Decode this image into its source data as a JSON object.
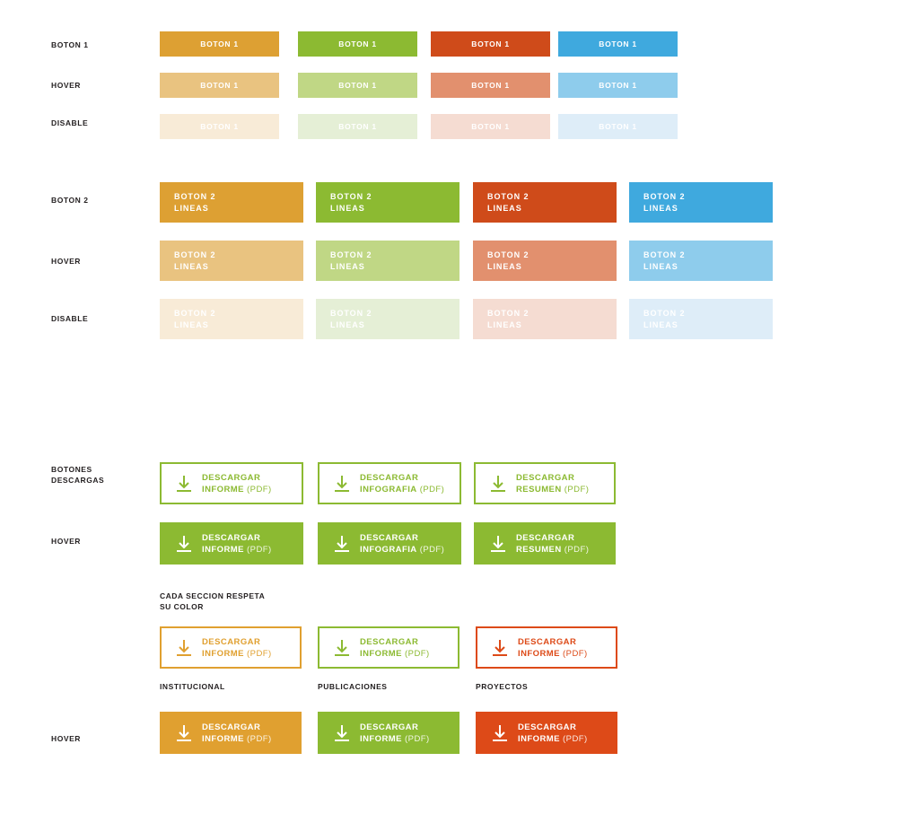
{
  "palette": {
    "orange": "#DDA033",
    "green": "#8CBA32",
    "red": "#CF4B1A",
    "blue": "#3FA9DE",
    "orange_hover": "#E9C380",
    "green_hover": "#C0D785",
    "red_hover": "#E2906E",
    "blue_hover": "#8ECCEC",
    "orange_disable": "#F8EBD7",
    "green_disable": "#E5EFD6",
    "red_disable": "#F5DCD2",
    "blue_disable": "#DEEDF8",
    "dl_orange": "#E0A030",
    "dl_green": "#8CBA32",
    "dl_red": "#DD4A18",
    "text_dark": "#231f20"
  },
  "section1": {
    "rows": [
      {
        "label": "BOTON 1",
        "state": "default"
      },
      {
        "label": "HOVER",
        "state": "hover"
      },
      {
        "label": "DISABLE",
        "state": "disable"
      }
    ],
    "button_label": "BOTON 1",
    "columns": [
      "orange",
      "green",
      "red",
      "blue"
    ]
  },
  "section2": {
    "rows": [
      {
        "label": "BOTON 2",
        "state": "default"
      },
      {
        "label": "HOVER",
        "state": "hover"
      },
      {
        "label": "DISABLE",
        "state": "disable"
      }
    ],
    "button_line1": "BOTON 2",
    "button_line2": "LINEAS",
    "columns": [
      "orange",
      "green",
      "red",
      "blue"
    ]
  },
  "section3": {
    "row_label_1": "BOTONES\nDESCARGAS",
    "row_label_2": "HOVER",
    "icon": "download-icon",
    "buttons": [
      {
        "line1_bold": "DESCARGAR",
        "line2_bold": "INFORME",
        "line2_soft": "(PDF)"
      },
      {
        "line1_bold": "DESCARGAR",
        "line2_bold": "INFOGRAFIA",
        "line2_soft": "(PDF)"
      },
      {
        "line1_bold": "DESCARGAR",
        "line2_bold": "RESUMEN",
        "line2_soft": "(PDF)"
      }
    ]
  },
  "section4": {
    "note": "CADA SECCION RESPETA\nSU COLOR",
    "row_label_hover": "HOVER",
    "items": [
      {
        "caption": "INSTITUCIONAL",
        "color_key": "dl_orange",
        "line1_bold": "DESCARGAR",
        "line2_bold": "INFORME",
        "line2_soft": "(PDF)"
      },
      {
        "caption": "PUBLICACIONES",
        "color_key": "dl_green",
        "line1_bold": "DESCARGAR",
        "line2_bold": "INFORME",
        "line2_soft": "(PDF)"
      },
      {
        "caption": "PROYECTOS",
        "color_key": "dl_red",
        "line1_bold": "DESCARGAR",
        "line2_bold": "INFORME",
        "line2_soft": "(PDF)"
      }
    ]
  }
}
